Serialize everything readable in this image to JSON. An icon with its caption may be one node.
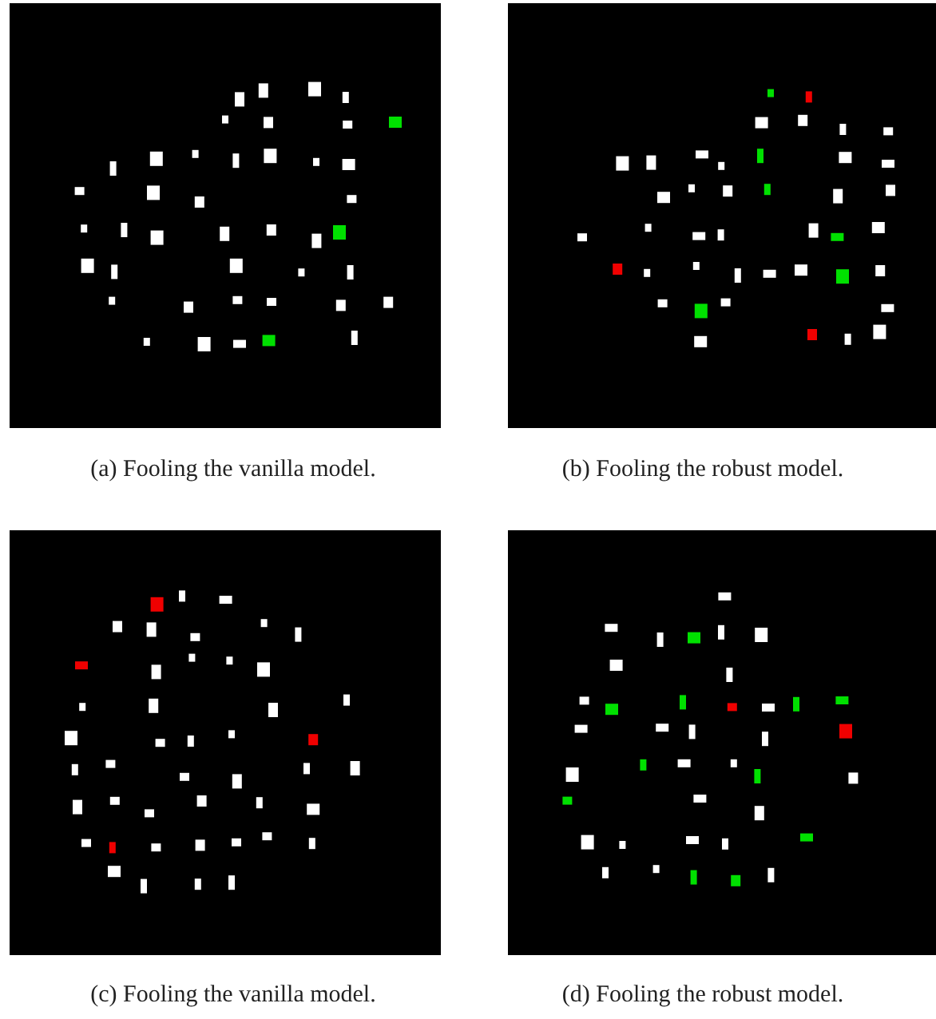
{
  "diagram": {
    "labels": [
      "(a) Fooling the vanilla model.",
      "(b) Fooling the robust model.",
      "(c) Fooling the vanilla model.",
      "(d) Fooling the robust model."
    ]
  }
}
